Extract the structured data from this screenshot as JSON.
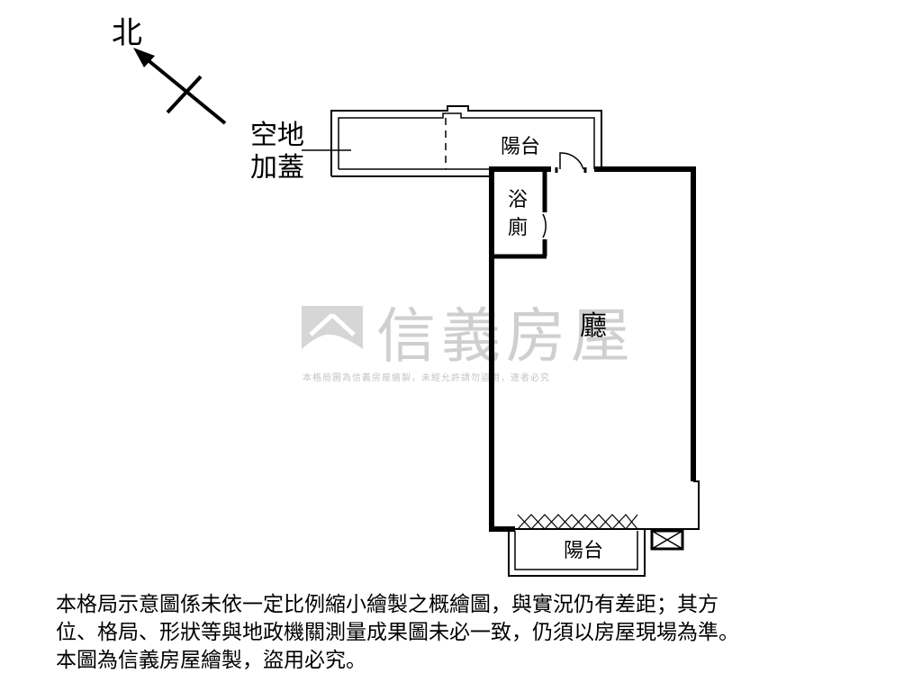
{
  "compass": {
    "north_label": "北"
  },
  "rooms": {
    "vacant_addition": [
      "空地",
      "加蓋"
    ],
    "balcony_top": "陽台",
    "bathroom": [
      "浴",
      "廁"
    ],
    "living_room": "廳",
    "balcony_bottom": "陽台"
  },
  "watermark": {
    "brand_name": "信義房屋",
    "notice": "本格局圖為信義房屋繪製，未經允許請勿盜用，違者必究",
    "color": "#cfcfcf"
  },
  "disclaimer": {
    "lines": [
      "本格局示意圖係未依一定比例縮小繪製之概繪圖，與實況仍有差距；其方",
      "位、格局、形狀等與地政機關測量成果圖未必一致，仍須以房屋現場為準。",
      "本圖為信義房屋繪製，盜用必究。"
    ]
  }
}
